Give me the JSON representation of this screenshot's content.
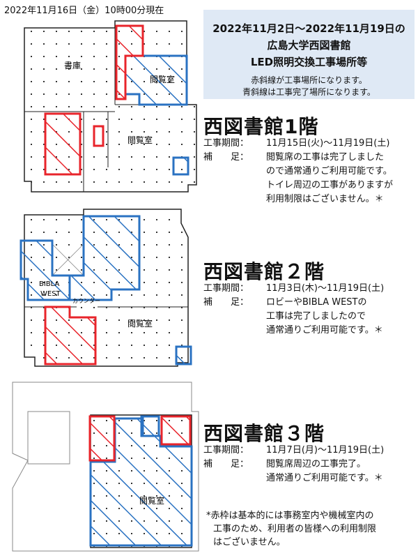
{
  "timestamp": "2022年11月16日（金）10時00分現在",
  "title": {
    "line1": "2022年11月2日～2022年11月19日の",
    "line2": "広島大学西図書館",
    "line3": "LED照明交換工事場所等",
    "note1": "赤斜線が工事場所になります。",
    "note2": "青斜線は工事完了場所になります。"
  },
  "floors": [
    {
      "title": "西図書館1階",
      "period_label": "工事期間：",
      "period": "11月15日(火)～11月19日(土)",
      "note_label": "補　　足：",
      "note_lines": [
        "閲覧席の工事は完了しました",
        "ので通常通りご利用可能です。",
        "トイレ周辺の工事がありますが",
        "利用制限はございません。＊"
      ],
      "rooms": [
        "書庫",
        "閲覧室",
        "閲覧室"
      ]
    },
    {
      "title": "西図書館２階",
      "period_label": "工事期間：",
      "period": "11月3日(木)～11月19日(土)",
      "note_label": "補　　足：",
      "note_lines": [
        "ロビーやBIBLA WESTの",
        "工事は完了しましたので",
        "通常通りご利用可能です。＊"
      ],
      "rooms": [
        "BIBLA",
        "WEST",
        "カウンター",
        "閲覧室"
      ]
    },
    {
      "title": "西図書館３階",
      "period_label": "工事期間：",
      "period": "11月7日(月)～11月19日(土)",
      "note_label": "補　　足：",
      "note_lines": [
        "閲覧席周辺の工事完了。",
        "通常通りご利用可能です。＊"
      ],
      "rooms": [
        "閲覧室"
      ]
    }
  ],
  "footnote": [
    "*赤枠は基本的には事務室内や機械室内の",
    "工事のため、利用者の皆様への利用制限",
    "はございません。"
  ],
  "colors": {
    "red": "#e8242b",
    "blue": "#2a72c2",
    "title_bg": "#dfe9f5"
  }
}
